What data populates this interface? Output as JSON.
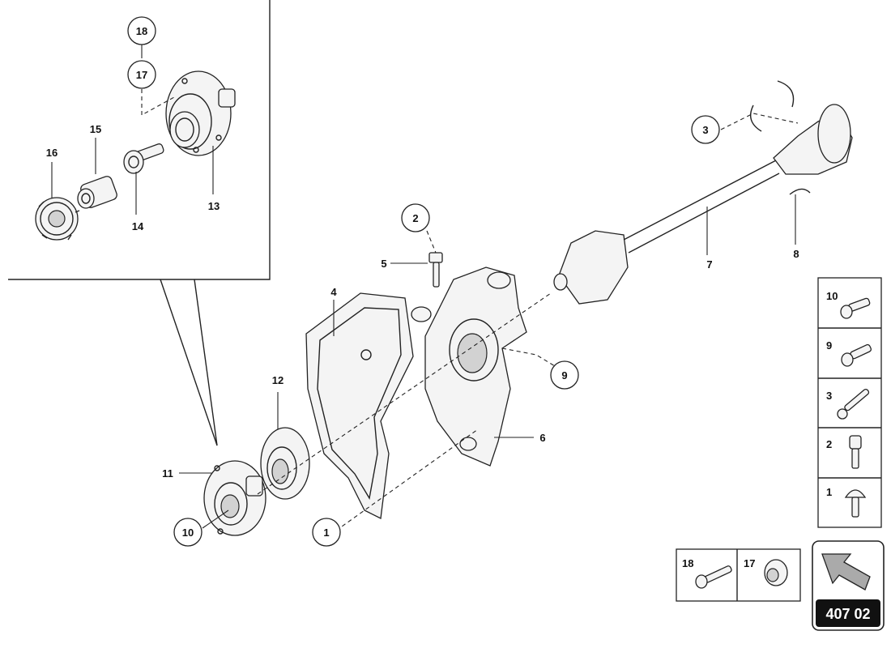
{
  "callouts": {
    "c1": "1",
    "c2": "2",
    "c3": "3",
    "c9": "9",
    "c10": "10",
    "c17": "17",
    "c18": "18"
  },
  "labels": {
    "l4": "4",
    "l5": "5",
    "l6": "6",
    "l7": "7",
    "l8": "8",
    "l11": "11",
    "l12": "12",
    "l13": "13",
    "l14": "14",
    "l15": "15",
    "l16": "16"
  },
  "legend_right": [
    {
      "num": "10",
      "icon": "flange-bolt-icon"
    },
    {
      "num": "9",
      "icon": "flange-bolt-icon"
    },
    {
      "num": "3",
      "icon": "long-bolt-icon"
    },
    {
      "num": "2",
      "icon": "socket-screw-icon"
    },
    {
      "num": "1",
      "icon": "button-screw-icon"
    }
  ],
  "legend_bottom": [
    {
      "num": "18",
      "icon": "long-bolt-icon"
    },
    {
      "num": "17",
      "icon": "bushing-icon"
    }
  ],
  "page_ref": "407 02"
}
